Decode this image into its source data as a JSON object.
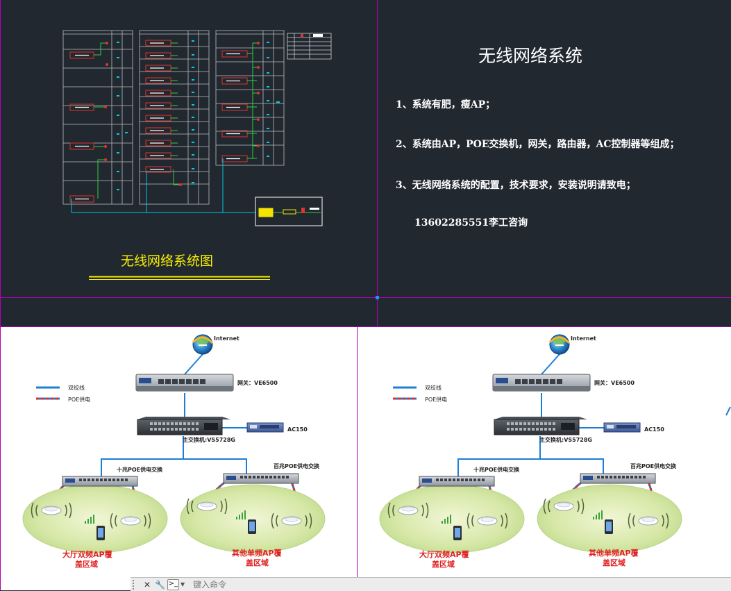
{
  "cad": {
    "title": "无线网络系统",
    "lines": [
      "1、系统有肥，瘦AP；",
      "2、系统由AP，POE交换机，网关，路由器，AC控制器等组成；",
      "3、无线网络系统的配置，技术要求，安装说明请致电；",
      "13602285551李工咨询"
    ],
    "drawing_caption": "无线网络系统图"
  },
  "topology": {
    "internet": "Internet",
    "gateway": "网关：VE6500",
    "controller": "AC150",
    "core_switch": "主交换机:VS5728G",
    "left_switch": "十兆POE供电交换",
    "right_switch": "百兆POE供电交换",
    "legend_twisted": "双绞线",
    "legend_poe": "POE供电",
    "left_area": [
      "大厅双频AP覆",
      "盖区域"
    ],
    "right_area": [
      "其他单频AP覆",
      "盖区域"
    ]
  },
  "colors": {
    "cad_bg": "#212830",
    "cad_frame": "#b000b0",
    "cad_caption": "#f7f000",
    "cable_blue": "#1c7fd6",
    "poe_red": "#d9302c",
    "area_label": "#e02020"
  },
  "commandline": {
    "placeholder": "键入命令"
  }
}
